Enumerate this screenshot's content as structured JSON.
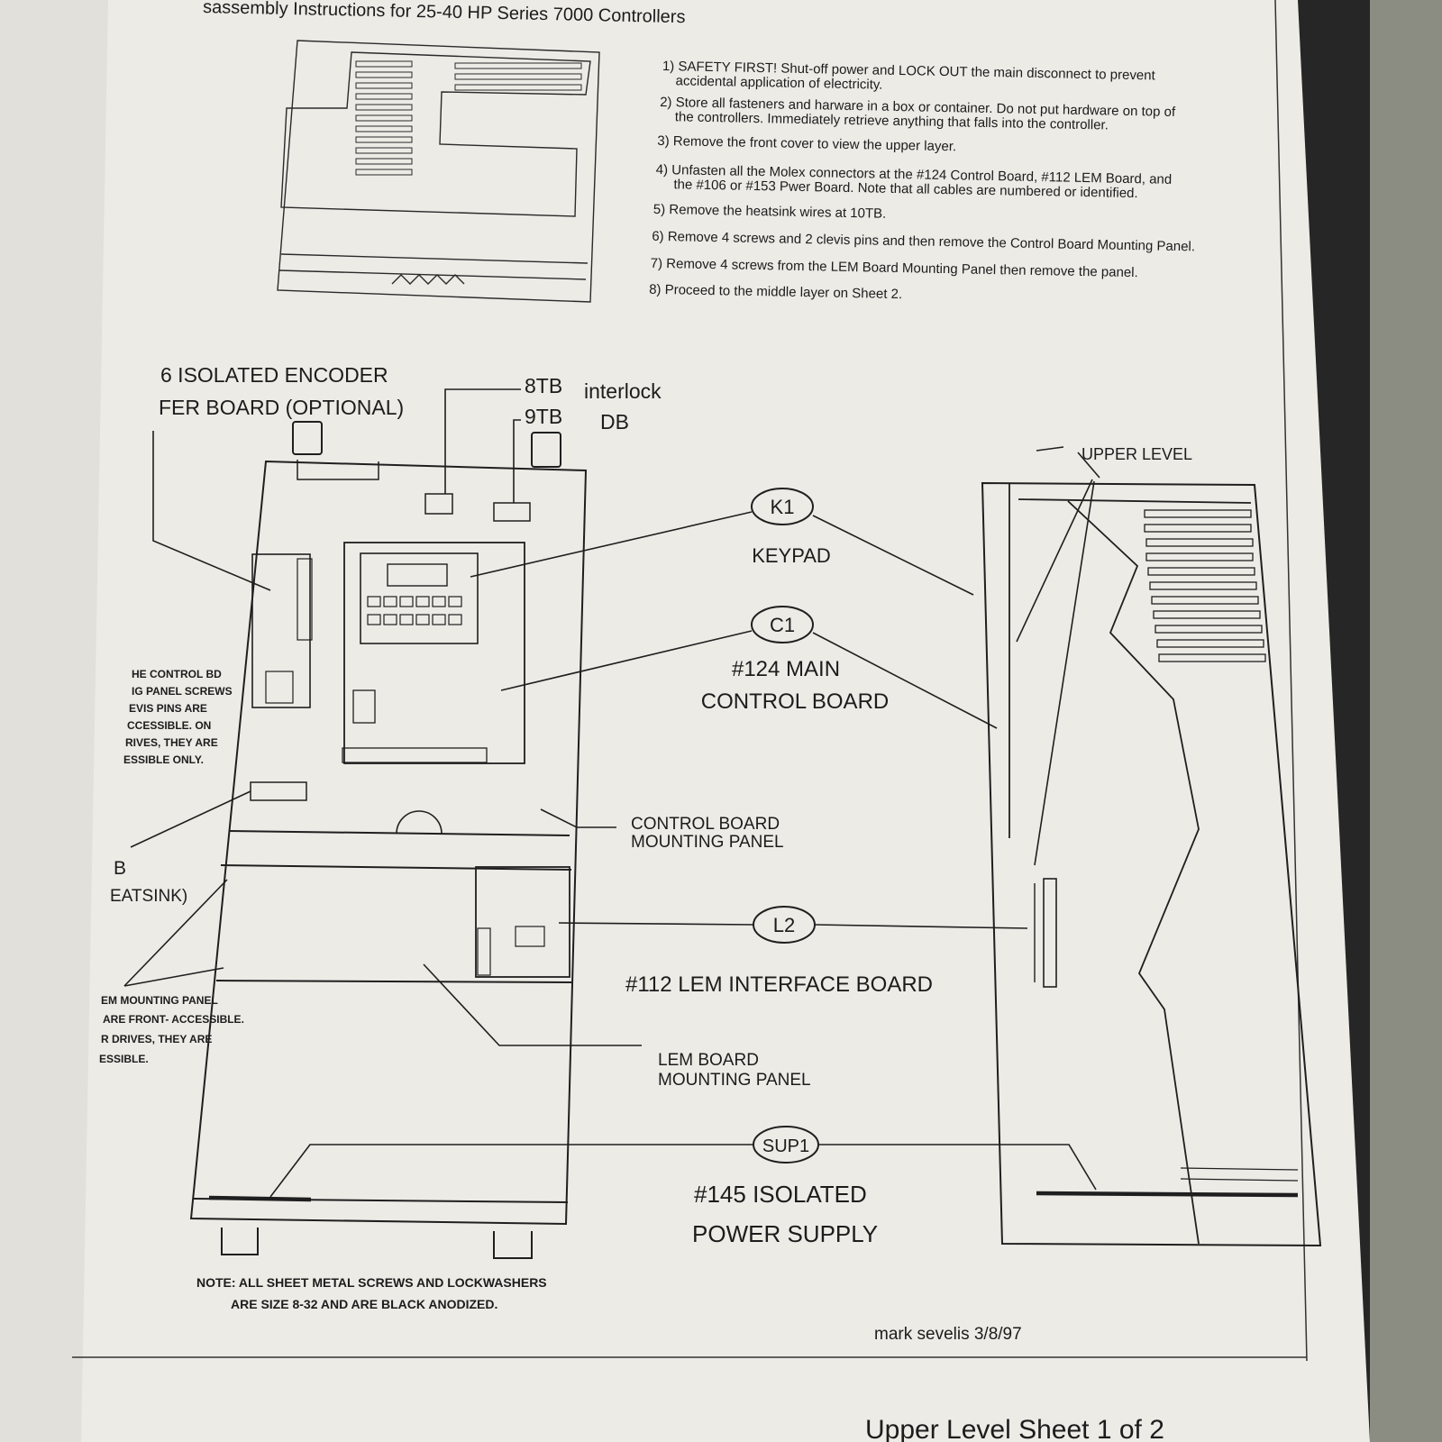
{
  "page": {
    "header": "sassembly Instructions for 25-40 HP Series 7000 Controllers",
    "footer_partial": "Upper Level   Sheet 1 of 2",
    "signature": "mark sevelis   3/8/97",
    "note_line1": "NOTE: ALL SHEET METAL SCREWS AND LOCKWASHERS",
    "note_line2": "ARE SIZE 8-32 AND ARE BLACK ANODIZED."
  },
  "steps": [
    "1) SAFETY FIRST! Shut-off power and LOCK OUT the main disconnect to prevent",
    "accidental application of electricity.",
    "2) Store all fasteners and harware in a box or container. Do not put hardware on top of",
    "the controllers. Immediately retrieve anything that falls into the controller.",
    "3) Remove the front cover to view the upper layer.",
    "4) Unfasten all the Molex connectors at the #124 Control Board, #112 LEM Board, and",
    "the #106 or #153 Pwer Board. Note that all cables are numbered or identified.",
    "5) Remove the heatsink wires at 10TB.",
    "6) Remove 4 screws and 2 clevis pins and then remove the Control Board Mounting Panel.",
    "7) Remove 4 screws from the LEM Board Mounting Panel then remove the panel.",
    "8) Proceed to the middle layer on Sheet 2."
  ],
  "labels": {
    "encoder_1": "6 ISOLATED ENCODER",
    "encoder_2": "FER BOARD (OPTIONAL)",
    "tb8": "8TB",
    "interlock": "interlock",
    "tb9": "9TB",
    "db": "DB",
    "upper_level": "UPPER LEVEL",
    "k1": "K1",
    "keypad": "KEYPAD",
    "c1": "C1",
    "main_board_1": "#124 MAIN",
    "main_board_2": "CONTROL BOARD",
    "cb_panel_1": "CONTROL BOARD",
    "cb_panel_2": "MOUNTING PANEL",
    "l2": "L2",
    "lem_board": "#112 LEM INTERFACE BOARD",
    "lem_panel_1": "LEM BOARD",
    "lem_panel_2": "MOUNTING PANEL",
    "sup1": "SUP1",
    "psu_1": "#145 ISOLATED",
    "psu_2": "POWER SUPPLY",
    "b": "B",
    "heatsink": "EATSINK)"
  },
  "side_notes": {
    "control_bd": [
      "HE CONTROL BD",
      "IG PANEL SCREWS",
      "EVIS PINS ARE",
      "CCESSIBLE. ON",
      "RIVES, THEY ARE",
      "ESSIBLE ONLY."
    ],
    "lem": [
      "EM MOUNTING PANEL",
      "ARE FRONT- ACCESSIBLE.",
      "R DRIVES, THEY ARE",
      "ESSIBLE."
    ]
  }
}
